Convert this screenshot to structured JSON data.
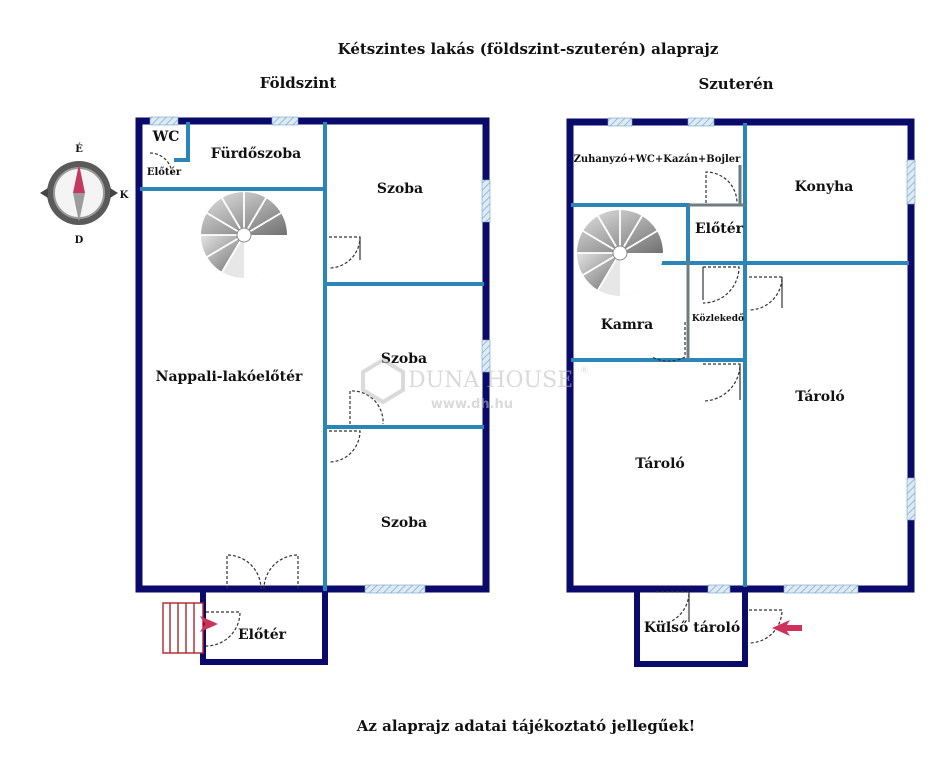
{
  "title": "Kétszintes lakás (földszint-szuterén) alaprajz",
  "footer_note": "Az alaprajz adatai tájékoztató jellegűek!",
  "colors": {
    "outer_wall": "#0a0a6b",
    "inner_wall": "#2a86b8",
    "window_hatch": "#6fa3c8",
    "entry_arrow": "#d0315a",
    "watermark": "#c8c8c8"
  },
  "compass": {
    "north": "É",
    "south": "D",
    "east": "K"
  },
  "watermark": {
    "brand": "DUNA HOUSE",
    "registered": "®",
    "url": "www.dh.hu"
  },
  "floors": {
    "ground": {
      "name": "Földszint",
      "rooms": {
        "wc": "WC",
        "bathroom": "Fürdőszoba",
        "small_hall": "Előtér",
        "room_1": "Szoba",
        "room_2": "Szoba",
        "room_3": "Szoba",
        "living": "Nappali-lakóelőtér",
        "entry_hall": "Előtér"
      }
    },
    "basement": {
      "name": "Szuterén",
      "rooms": {
        "utility": "Zuhanyzó+WC+Kazán+Bojler",
        "kitchen": "Konyha",
        "hall": "Előtér",
        "pantry": "Kamra",
        "corridor": "Közlekedő",
        "storage_left": "Tároló",
        "storage_right": "Tároló",
        "outer_storage": "Külső tároló"
      }
    }
  }
}
